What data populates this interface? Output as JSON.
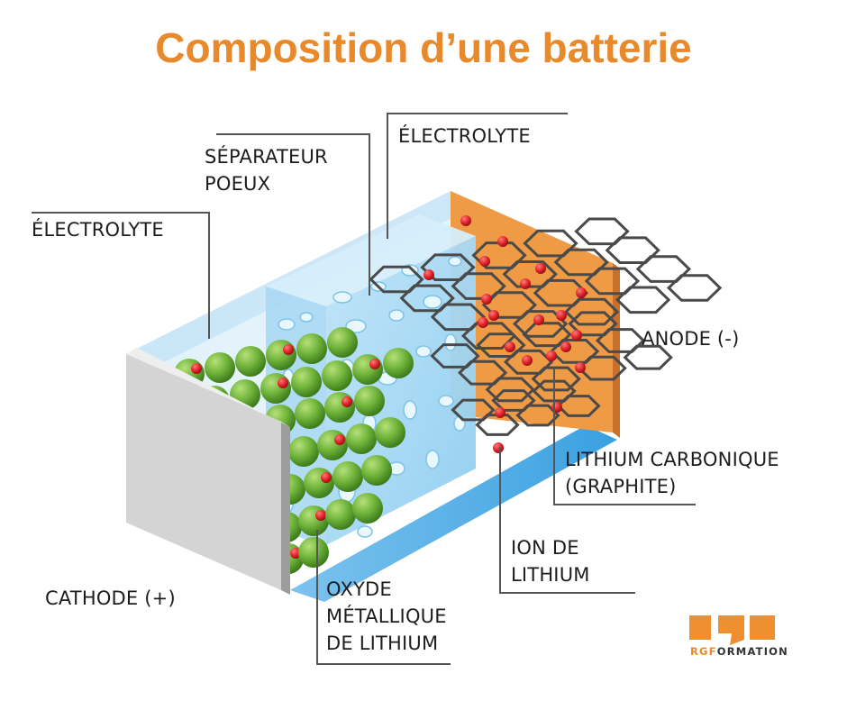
{
  "title": "Composition d’une batterie",
  "labels": {
    "electrolyte_left": "ÉLECTROLYTE",
    "separator_line1": "SÉPARATEUR",
    "separator_line2": "POEUX",
    "electrolyte_top": "ÉLECTROLYTE",
    "anode": "ANODE (-)",
    "graphite_line1": "LITHIUM CARBONIQUE",
    "graphite_line2": "(GRAPHITE)",
    "ion_line1": "ION DE",
    "ion_line2": "LITHIUM",
    "cathode": "CATHODE (+)",
    "oxide_line1": "OXYDE",
    "oxide_line2": "MÉTALLIQUE",
    "oxide_line3": "DE LITHIUM"
  },
  "logo": {
    "brand_a": "RGF",
    "brand_b": "ORMATION"
  },
  "colors": {
    "title": "#e8892b",
    "anode": "#ef9a45",
    "cathode_plate": "#c9c9c9",
    "electrolyte": "#a9d8f2",
    "lithium_ion": "#e0252b",
    "metal_oxide_sphere": "#6fb33a",
    "graphite": "#4a4a4a"
  }
}
